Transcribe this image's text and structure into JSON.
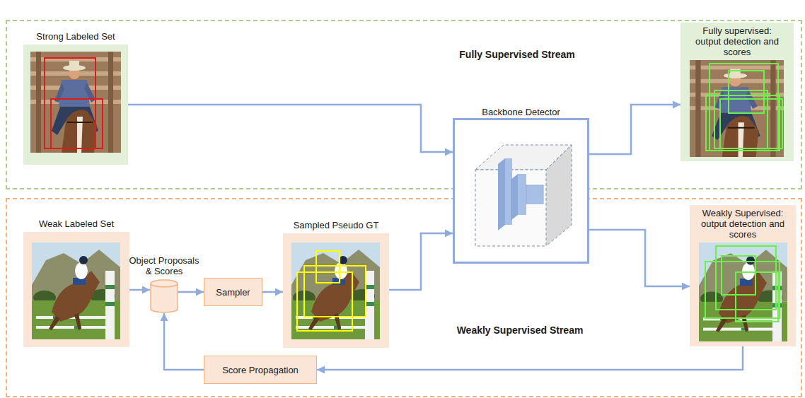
{
  "diagram": {
    "nodes": [
      {
        "text": [
          "Fully Supervised Stream"
        ]
      },
      {
        "text": [
          "Strong Labeled Set"
        ],
        "in": 0
      },
      {
        "text": [
          "Backbone Detector"
        ]
      },
      {
        "text": [
          "Fully supervised: output detection and scores"
        ],
        "in": 0
      },
      {
        "text": [
          "Weakly Supervised Stream"
        ]
      },
      {
        "text": [
          "Weak Labeled Set"
        ],
        "in": 4
      },
      {
        "text": [
          "Object Proposals & Scores"
        ],
        "in": 4
      },
      {
        "text": [
          "Sampler"
        ],
        "in": 4
      },
      {
        "text": [
          "Sampled Pseudo GT"
        ],
        "in": 4
      },
      {
        "text": [
          "Weakly Supervised: output detection and scores"
        ],
        "in": 4
      },
      {
        "text": [
          "Score Propagation"
        ],
        "in": 4
      }
    ],
    "edges": [
      {
        "from": 1,
        "to": 2,
        "arrow": "to"
      },
      {
        "from": 2,
        "to": 3,
        "arrow": "to"
      },
      {
        "from": 5,
        "to": 6,
        "arrow": "to"
      },
      {
        "from": 6,
        "to": 7,
        "arrow": "to"
      },
      {
        "from": 7,
        "to": 8,
        "arrow": "to"
      },
      {
        "from": 8,
        "to": 2,
        "arrow": "to"
      },
      {
        "from": 2,
        "to": 9,
        "arrow": "to"
      },
      {
        "from": 9,
        "to": 10,
        "arrow": "to"
      },
      {
        "from": 10,
        "to": 6,
        "arrow": "to"
      }
    ]
  }
}
